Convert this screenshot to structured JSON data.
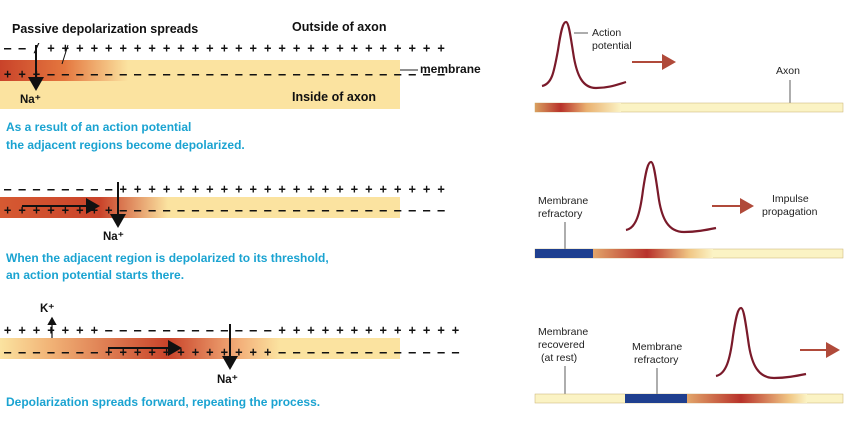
{
  "left": {
    "panel1": {
      "title": "Passive depolarization spreads",
      "outside": "Outside of axon",
      "inside": "Inside of axon",
      "membrane": "membrane",
      "na": "Na⁺",
      "caption1": "As a result  of  an action potential",
      "caption2": "the adjacent regions become depolarized.",
      "top_charges": "– – / + + + + + + + + + + + + + + + + + + + + + + + + + + + +",
      "bottom_charges": "+ + + – – – – – – – – – – – – – – – – – – – – – – – – – – – –"
    },
    "panel2": {
      "na": "Na⁺",
      "caption1": "When the adjacent region is depolarized to its threshold,",
      "caption2": "an action potential starts there.",
      "top_charges": "– – – – – – – – + + + + + + + + + + + + + + + + + + + + + + +",
      "bottom_charges": "+ + + + + + + + – – – – – – – – – – – – – – – – – – – – – – –"
    },
    "panel3": {
      "k": "K⁺",
      "na": "Na⁺",
      "caption1": "Depolarization spreads forward, repeating the process.",
      "top_charges": "+ + + + + + + – – – – – – – – – – – – + + + + + + + + + + + + +",
      "bottom_charges": "– – – – – – – + + + + + + + + + + + + – – – – – – – – – – – – –"
    }
  },
  "right": {
    "panel1": {
      "ap_label1": "Action",
      "ap_label2": "potential",
      "axon_label": "Axon"
    },
    "panel2": {
      "refractory1": "Membrane",
      "refractory2": "refractory",
      "impulse1": "Impulse",
      "impulse2": "propagation"
    },
    "panel3": {
      "recovered1": "Membrane",
      "recovered2": "recovered",
      "recovered3": "(at rest)",
      "refractory1": "Membrane",
      "refractory2": "refractory"
    }
  },
  "colors": {
    "axon_light": "#fbe3a0",
    "axon_dark": "#c9432a",
    "caption": "#1aa3d1",
    "refractory_blue": "#1f3f8f",
    "ap_curve": "#7a1a2a",
    "arrow_red": "#b04a3a"
  }
}
